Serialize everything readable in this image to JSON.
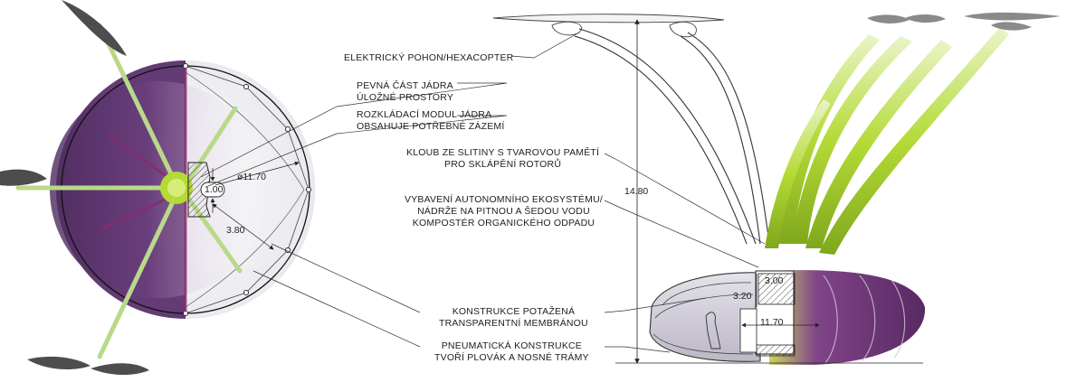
{
  "labels": {
    "electric_drive": "ELEKTRICKÝ POHON/HEXACOPTER",
    "core_fixed": [
      "PEVNÁ ČÁST JÁDRA",
      "ÚLOŽNÉ PROSTORY"
    ],
    "core_module": [
      "ROZKLÁDACÍ MODUL JÁDRA",
      "OBSAHUJE POTŘEBNÉ ZÁZEMÍ"
    ],
    "joint": [
      "KLOUB ZE SLITINY S TVAROVOU PAMĚTÍ",
      "PRO SKLÁPĚNÍ ROTORŮ"
    ],
    "ecosystem": [
      "VYBAVENÍ AUTONOMNÍHO EKOSYSTÉMU/",
      "NÁDRŽE NA PITNOU A ŠEDOU VODU",
      "KOMPOSTÉR ORGANICKÉHO ODPADU"
    ],
    "membrane": [
      "KONSTRUKCE POTAŽENÁ",
      "TRANSPARENTNÍ MEMBRÁNOU"
    ],
    "pneumatic": [
      "PNEUMATICKÁ KONSTRUKCE",
      "TVOŘÍ PLOVÁK A NOSNÉ TRÁMY"
    ]
  },
  "dimensions": {
    "diameter": "ø11.70",
    "core": "1.00",
    "radius": "3.80",
    "height": "14.80",
    "core_height": "3.20",
    "core_width": "3.00",
    "width": "11.70"
  },
  "colors": {
    "purple": "#5e2a6e",
    "lime": "#b9dc3c",
    "line": "#333333"
  }
}
